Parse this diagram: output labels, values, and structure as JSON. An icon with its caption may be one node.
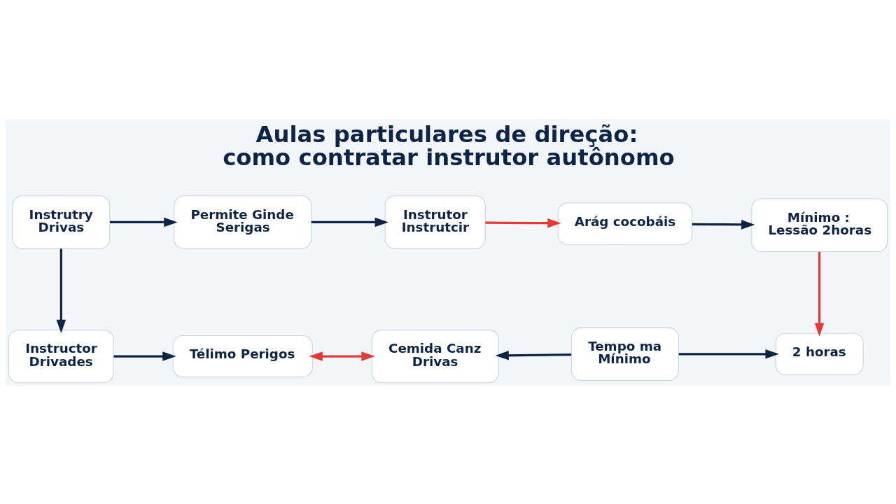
{
  "diagram": {
    "title": "Aulas particulares de direção: como contratar instrutor autônomo",
    "nodes": [
      {
        "text": [
          "Instrutry Drivas"
        ]
      },
      {
        "text": [
          "Permite Ginde Serigas"
        ]
      },
      {
        "text": [
          "Instrutor Instrutcir"
        ]
      },
      {
        "text": [
          "Arág cocobáis"
        ]
      },
      {
        "text": [
          "Mínimo : Lessão 2horas"
        ]
      },
      {
        "text": [
          "Instructor Drivades"
        ]
      },
      {
        "text": [
          "Télimo Perigos"
        ]
      },
      {
        "text": [
          "Cemida Canz Drivas"
        ]
      },
      {
        "text": [
          "Tempo ma Mínimo"
        ]
      },
      {
        "text": [
          "2 horas"
        ]
      }
    ],
    "edges": [
      {
        "from": 0,
        "to": 1,
        "arrow": "to"
      },
      {
        "from": 1,
        "to": 2,
        "arrow": "to"
      },
      {
        "from": 2,
        "to": 3,
        "arrow": "to",
        "color": "#e53935"
      },
      {
        "from": 3,
        "to": 4,
        "arrow": "to"
      },
      {
        "from": 0,
        "to": 5,
        "arrow": "to"
      },
      {
        "from": 4,
        "to": 9,
        "arrow": "to",
        "color": "#e53935"
      },
      {
        "from": 5,
        "to": 6,
        "arrow": "to"
      },
      {
        "from": 6,
        "to": 7,
        "arrow": "both",
        "color": "#e53935"
      },
      {
        "from": 8,
        "to": 7,
        "arrow": "to"
      },
      {
        "from": 8,
        "to": 9,
        "arrow": "to"
      }
    ]
  }
}
